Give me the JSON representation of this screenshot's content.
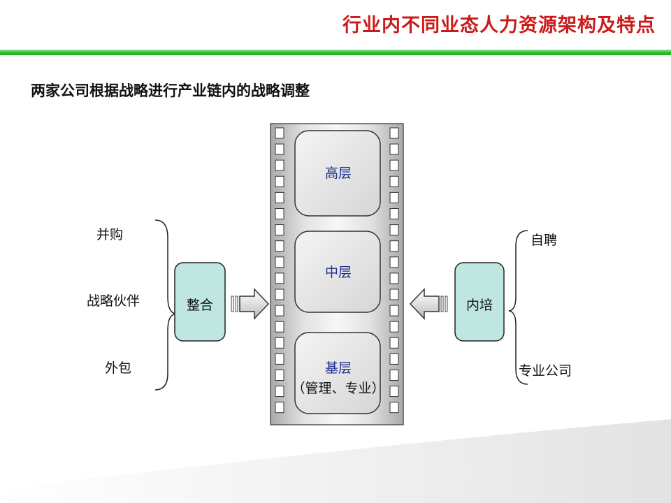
{
  "slide": {
    "title": "行业内不同业态人力资源架构及特点",
    "subtitle": "两家公司根据战略进行产业链内的战略调整"
  },
  "film": {
    "frames": [
      {
        "label": "高层"
      },
      {
        "label": "中层"
      },
      {
        "label": "基层",
        "sublabel": "（管理、专业）"
      }
    ]
  },
  "left_group": {
    "items": [
      "并购",
      "战略伙伴",
      "外包"
    ],
    "box_label": "整合"
  },
  "right_group": {
    "items": [
      "自聘",
      "专业公司"
    ],
    "box_label": "内培"
  },
  "colors": {
    "title": "#cc1a1a",
    "accent_green": "#2fc42f",
    "box_fill": "#bfe6e1",
    "level_text": "#1f2f8c",
    "film_gray": "#bdbdbd"
  }
}
